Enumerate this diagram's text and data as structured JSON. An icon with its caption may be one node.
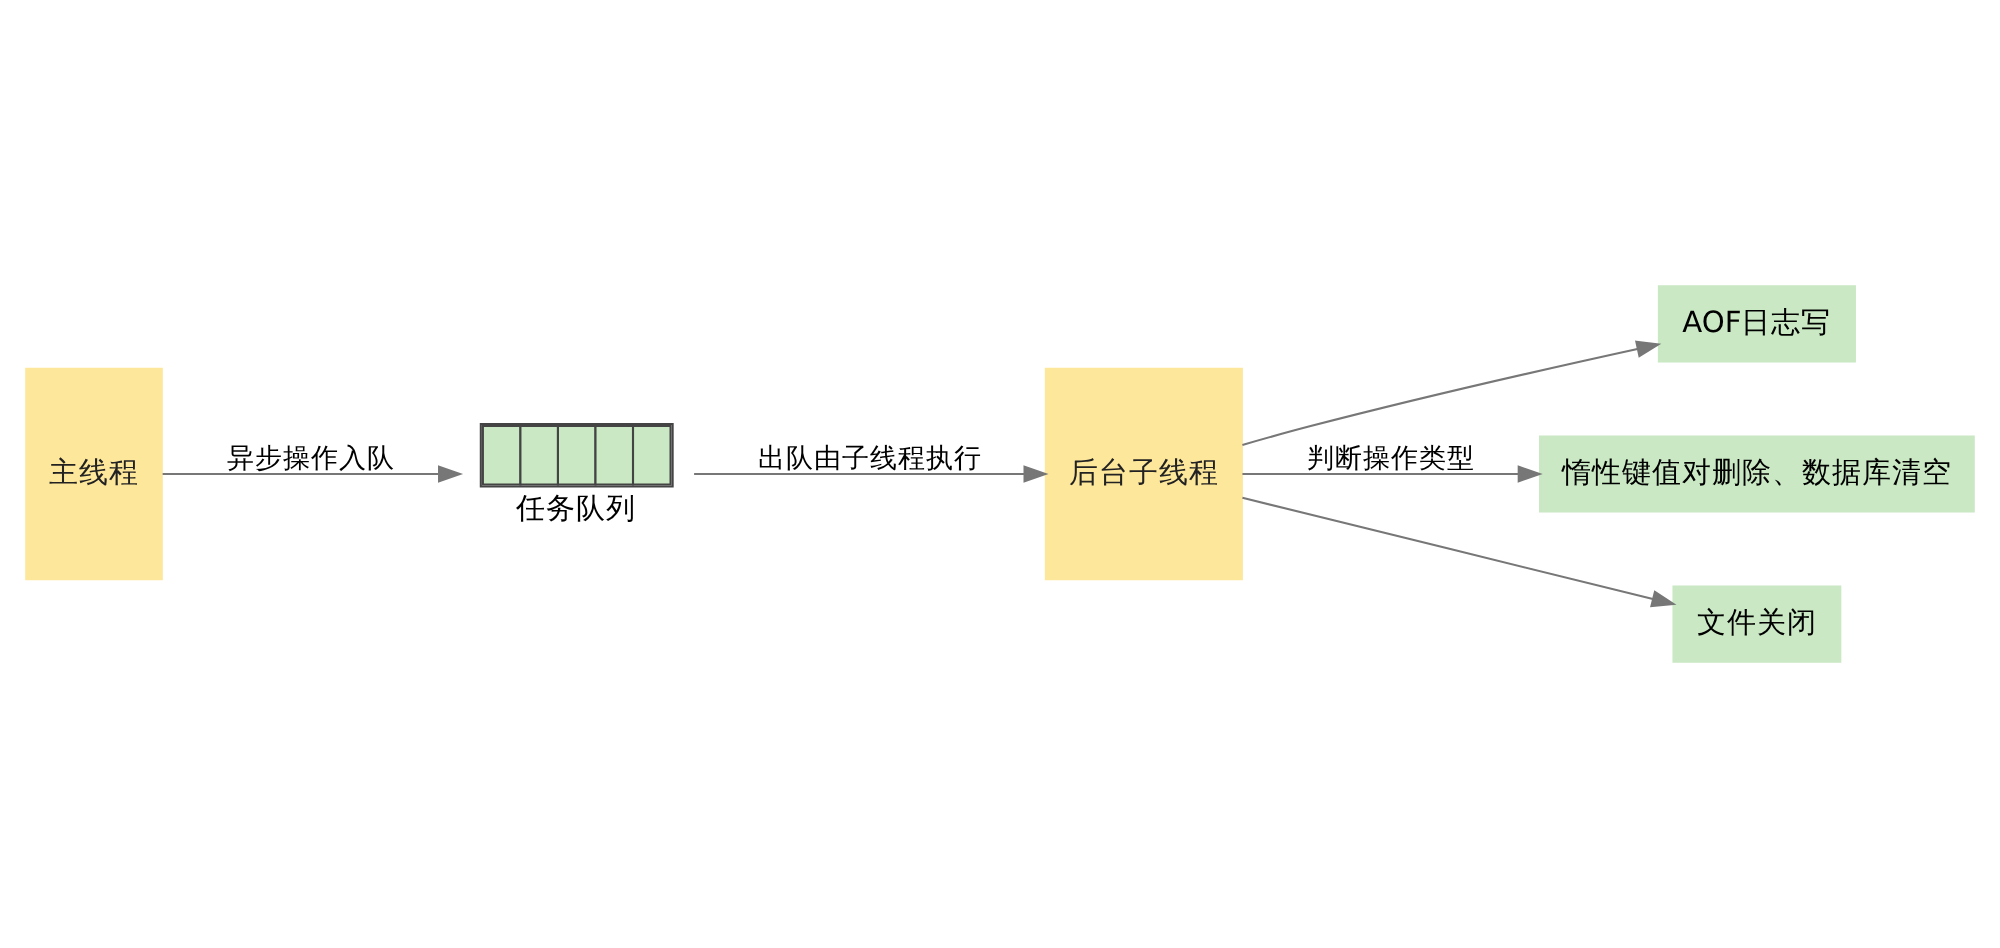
{
  "diagram": {
    "nodes": [
      {
        "text": [
          "主线程"
        ]
      },
      {
        "text": [
          "后台子线程"
        ]
      },
      {
        "text": [
          "任务队列"
        ]
      },
      {
        "text": [
          "AOF日志写"
        ]
      },
      {
        "text": [
          "惰性键值对删除、数据库清空"
        ]
      },
      {
        "text": [
          "文件关闭"
        ]
      }
    ],
    "edges": [
      {
        "from": 0,
        "to": 2,
        "arrow": "to",
        "label": "异步操作入队"
      },
      {
        "from": 2,
        "to": 1,
        "arrow": "to",
        "label": "出队由子线程执行"
      },
      {
        "from": 1,
        "to": 3,
        "arrow": "to"
      },
      {
        "from": 1,
        "to": 4,
        "arrow": "to",
        "label": "判断操作类型"
      },
      {
        "from": 1,
        "to": 5,
        "arrow": "to"
      }
    ]
  }
}
